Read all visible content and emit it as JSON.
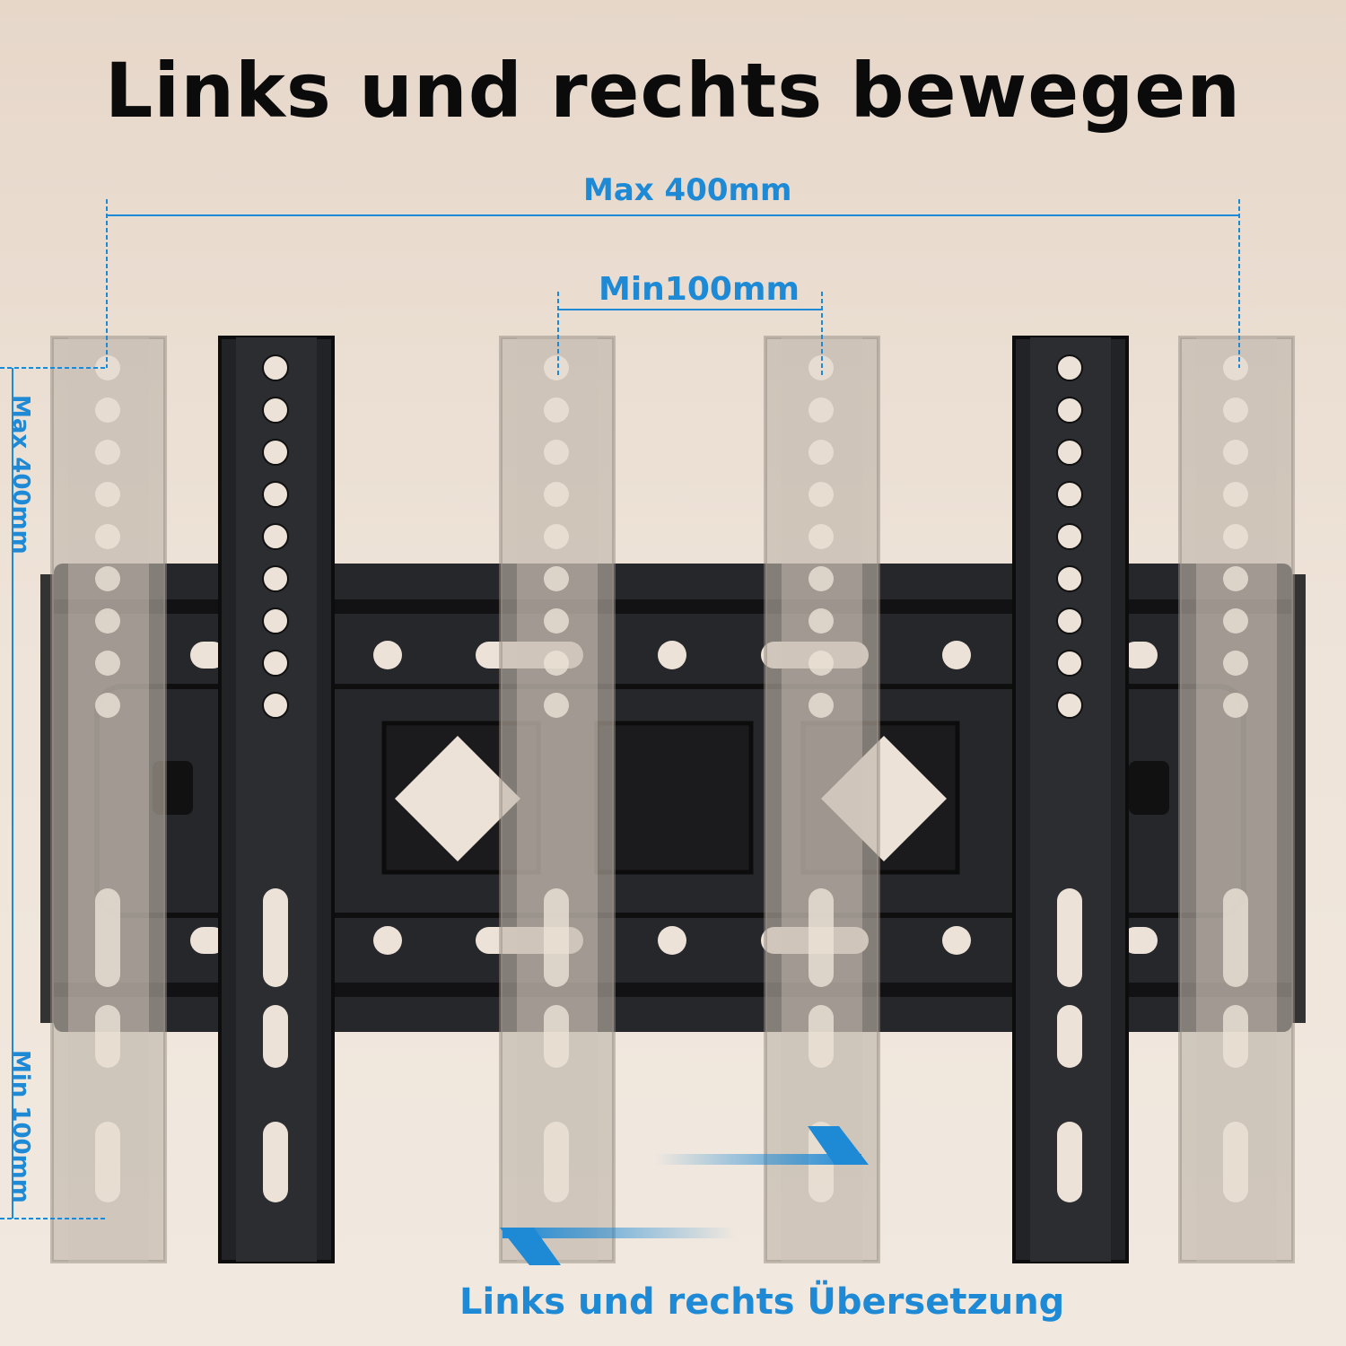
{
  "title": "Links und rechts bewegen",
  "dimensions": {
    "max_width": "Max 400mm",
    "min_width": "Min100mm",
    "max_height": "Max 400mm",
    "min_height": "Min 100mm"
  },
  "caption": "Links und rechts Übersetzung",
  "colors": {
    "accent": "#1e8ad6",
    "metal": "#1f1f21",
    "ghost": "#bdb3a8"
  }
}
